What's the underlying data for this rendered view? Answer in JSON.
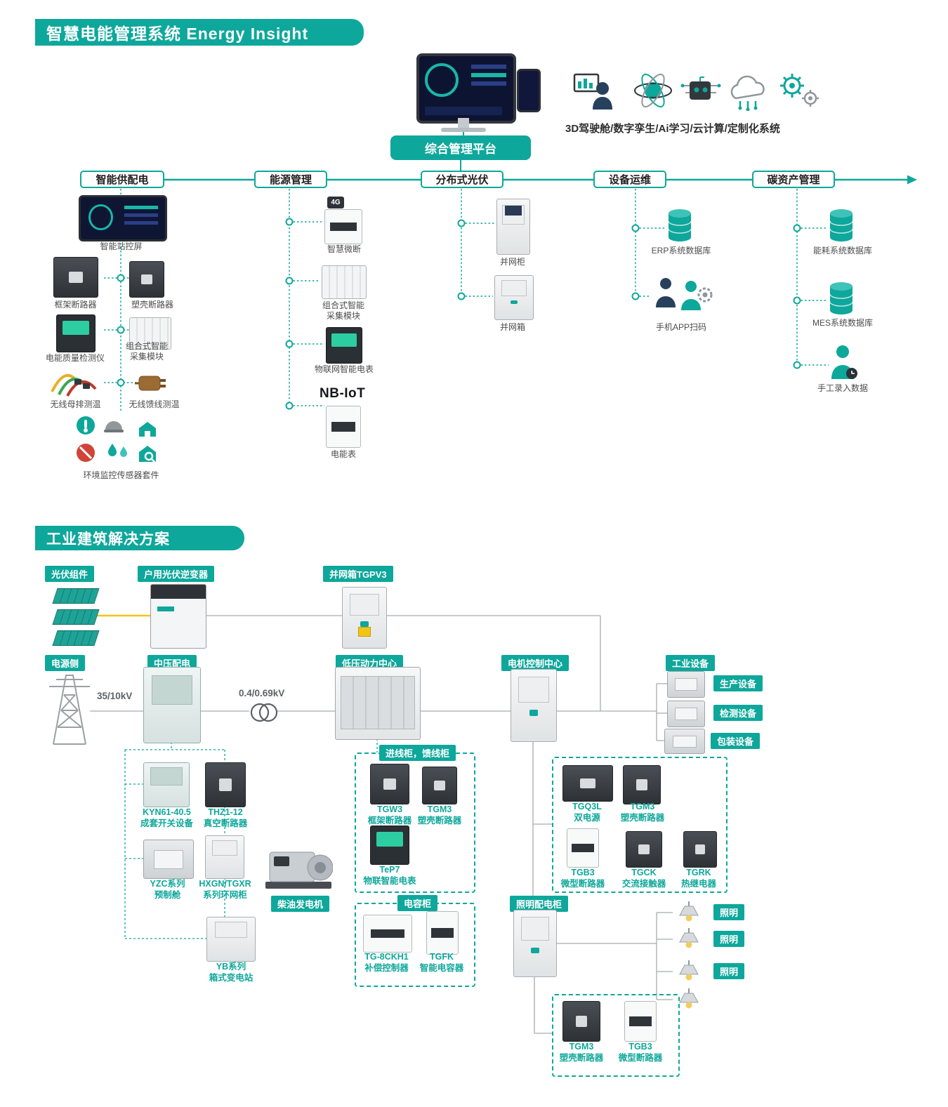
{
  "colors": {
    "accent": "#0ea79b",
    "line_gray": "#a7abae",
    "pv_line": "#f3c512"
  },
  "s1": {
    "title": "智慧电能管理系统 Energy Insight",
    "platform": "综合管理平台",
    "capabilities": "3D驾驶舱/数字孪生/Ai学习/云计算/定制化系统",
    "branches": [
      "智能供配电",
      "能源管理",
      "分布式光伏",
      "设备运维",
      "碳资产管理"
    ],
    "col1": [
      "智能站控屏",
      "框架断路器",
      "塑壳断路器",
      "电能质量检测仪",
      "组合式智能采集模块",
      "无线母排测温",
      "无线馈线测温",
      "环境监控传感器套件"
    ],
    "col2": [
      "智慧微断",
      "组合式智能采集模块",
      "物联网智能电表",
      "电能表"
    ],
    "col2_badge": "4G",
    "col2_logo": "NB-IoT",
    "col3": [
      "并网柜",
      "并网箱"
    ],
    "col4": [
      "ERP系统数据库",
      "手机APP扫码"
    ],
    "col5": [
      "能耗系统数据库",
      "MES系统数据库",
      "手工录入数据"
    ]
  },
  "s2": {
    "title": "工业建筑解决方案",
    "tags": {
      "pv": "光伏组件",
      "inverter": "户用光伏逆变器",
      "gridbox": "并网箱TGPV3",
      "source": "电源侧",
      "mv": "中压配电",
      "lv": "低压动力中心",
      "mcc": "电机控制中心",
      "industrial": "工业设备",
      "production": "生产设备",
      "testing": "检测设备",
      "packaging": "包装设备",
      "incoming": "进线柜，馈线柜",
      "capacitor": "电容柜",
      "diesel": "柴油发电机",
      "lighting_cab": "照明配电柜",
      "lighting": "照明"
    },
    "voltages": {
      "mv": "35/10kV",
      "lv": "0.4/0.69kV"
    },
    "products": [
      {
        "model": "KYN61-40.5",
        "name": "成套开关设备"
      },
      {
        "model": "THZ1-12",
        "name": "真空断路器"
      },
      {
        "model": "YZC系列",
        "name": "预制舱"
      },
      {
        "model": "HXGN/TGXR",
        "name": "系列环网柜"
      },
      {
        "model": "YB系列",
        "name": "箱式变电站"
      },
      {
        "model": "TGW3",
        "name": "框架断路器"
      },
      {
        "model": "TGM3",
        "name": "塑壳断路器"
      },
      {
        "model": "TeP7",
        "name": "物联智能电表"
      },
      {
        "model": "TG-8CKH1",
        "name": "补偿控制器"
      },
      {
        "model": "TGFK",
        "name": "智能电容器"
      },
      {
        "model": "TGQ3L",
        "name": "双电源"
      },
      {
        "model": "TGM3",
        "name": "塑壳断路器"
      },
      {
        "model": "TGB3",
        "name": "微型断路器"
      },
      {
        "model": "TGCK",
        "name": "交流接触器"
      },
      {
        "model": "TGRK",
        "name": "热继电器"
      },
      {
        "model": "TGM3",
        "name": "塑壳断路器"
      },
      {
        "model": "TGB3",
        "name": "微型断路器"
      }
    ]
  }
}
